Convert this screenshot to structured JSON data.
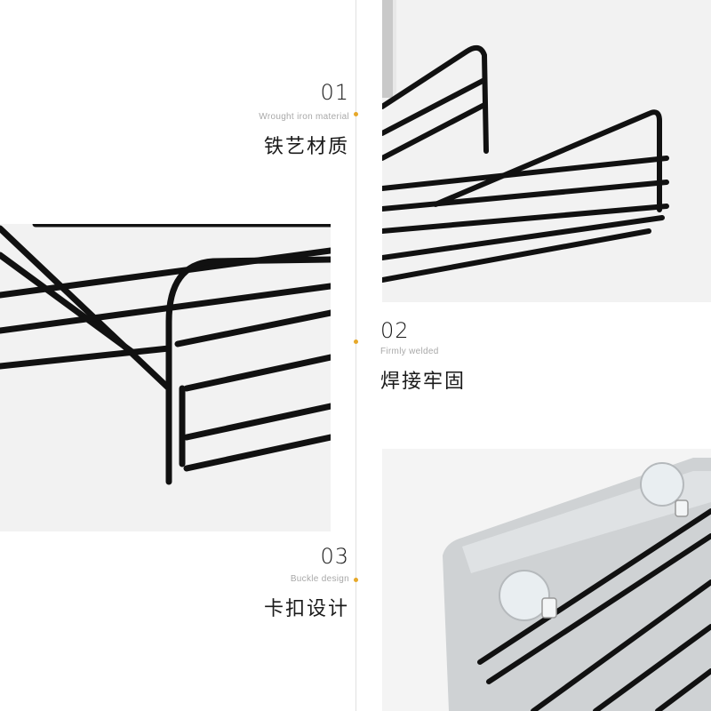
{
  "features": [
    {
      "number": "01",
      "english": "Wrought iron material",
      "chinese": "铁艺材质"
    },
    {
      "number": "02",
      "english": "Firmly welded",
      "chinese": "焊接牢固"
    },
    {
      "number": "03",
      "english": "Buckle design",
      "chinese": "卡扣设计"
    }
  ],
  "colors": {
    "accent_dot": "#e6a82a",
    "wire": "#111111",
    "divider": "#e1e1e1"
  }
}
